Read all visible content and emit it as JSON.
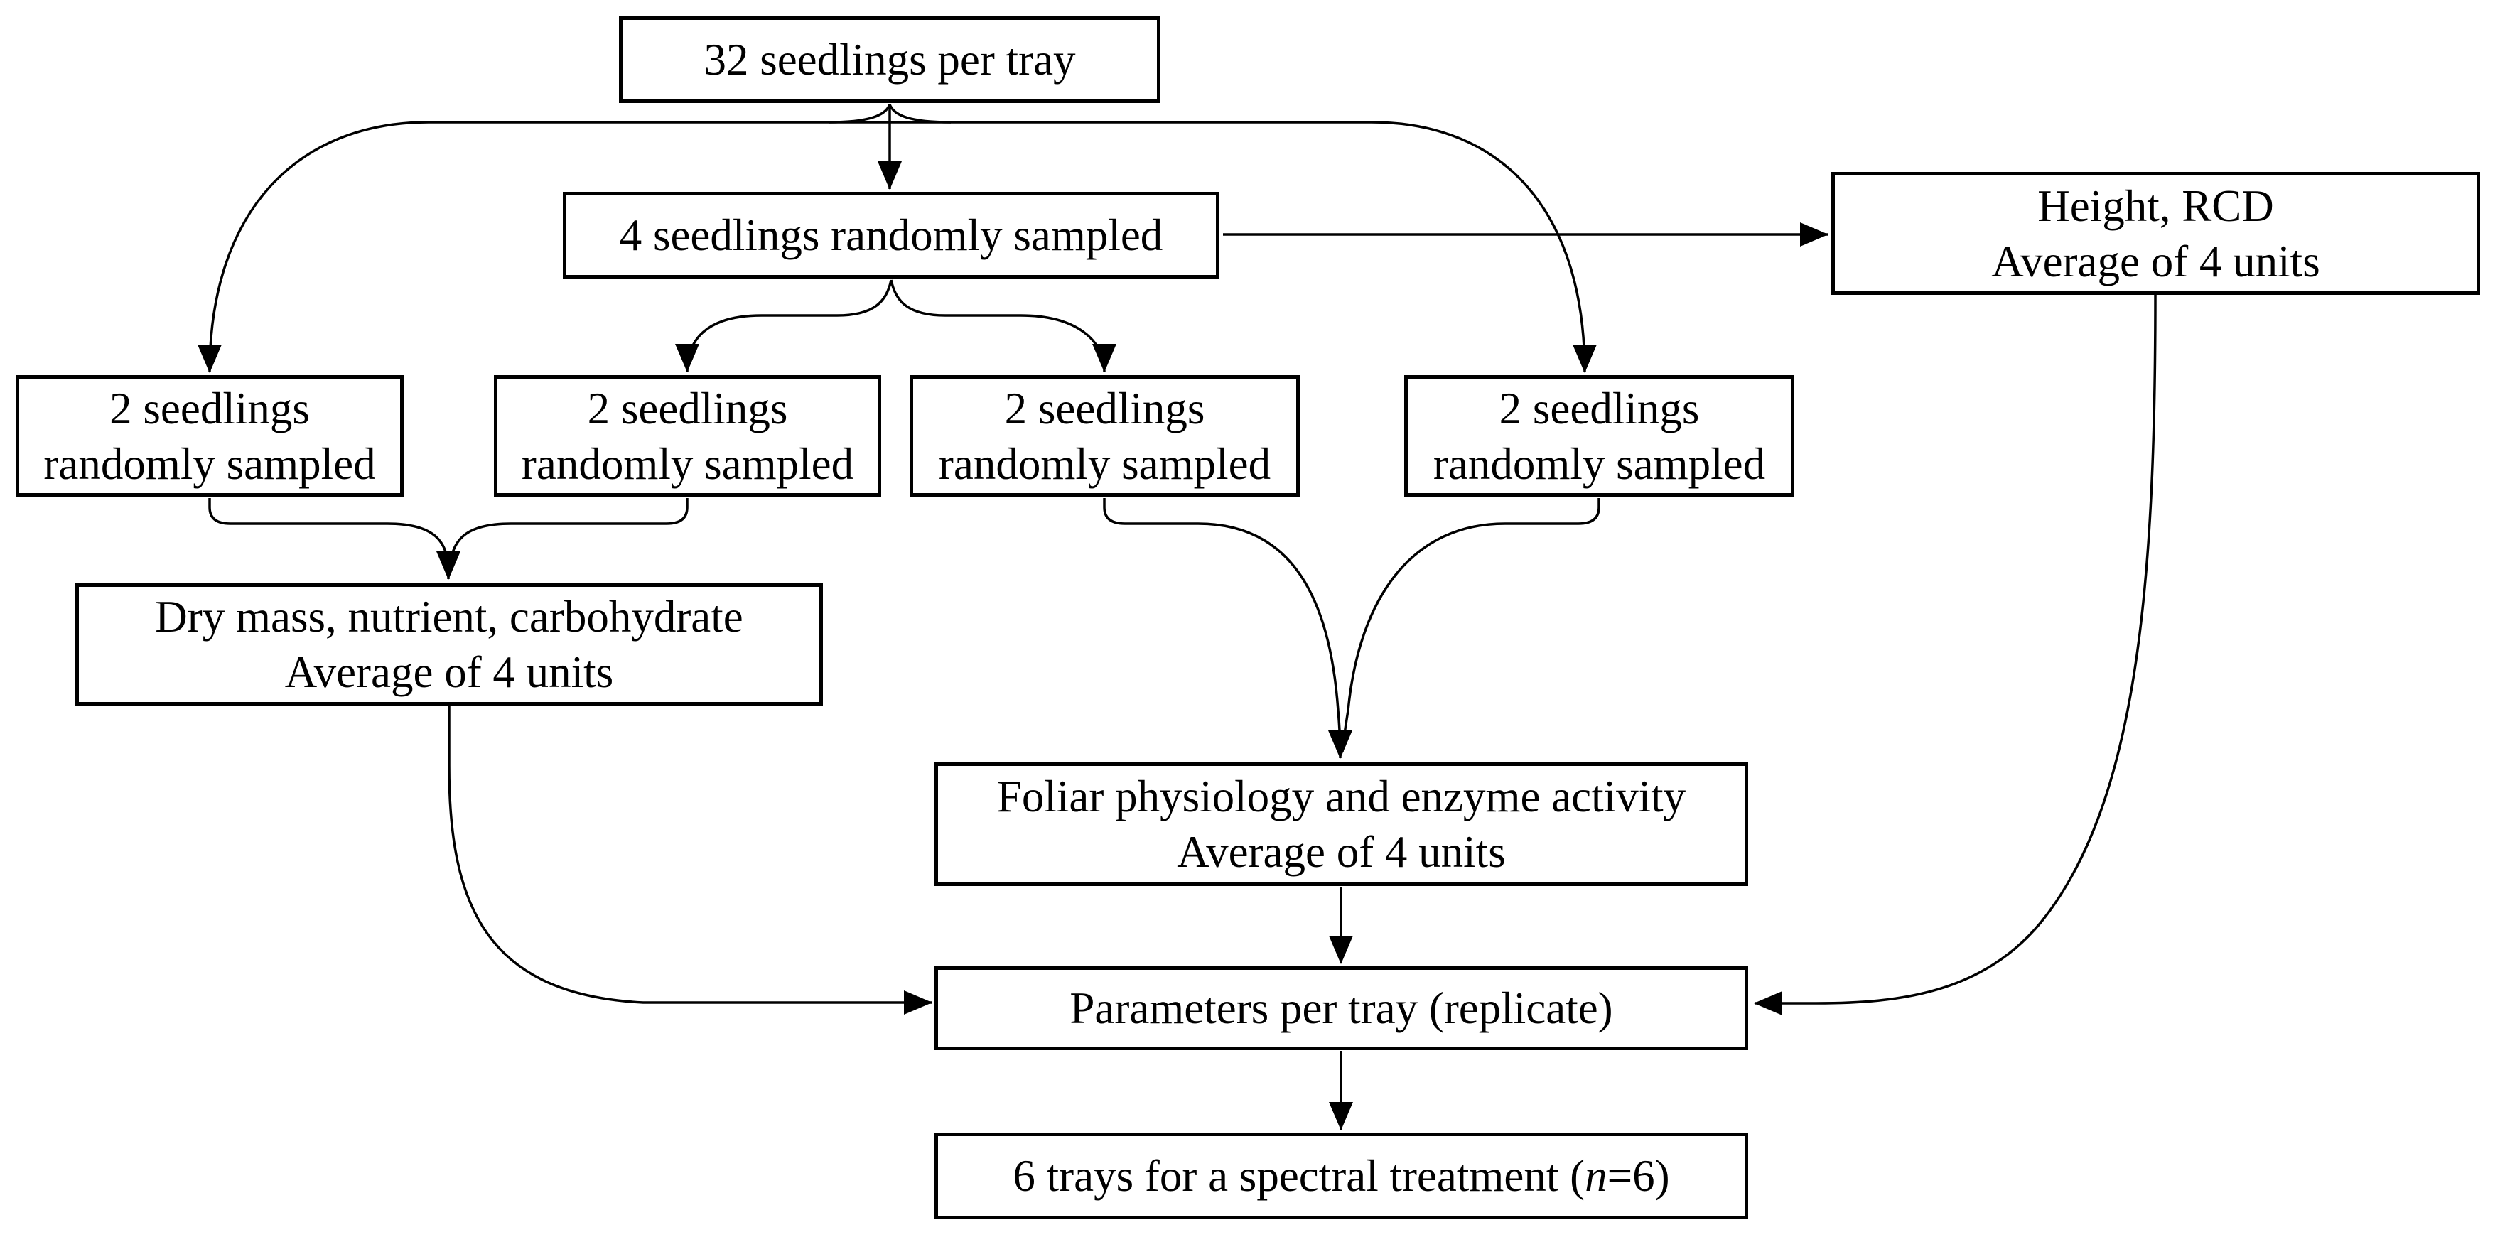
{
  "figure": {
    "background_color": "#ffffff",
    "line_color": "#000000",
    "nodes": {
      "tray": {
        "label": "32 seedlings per tray"
      },
      "sample4": {
        "label": "4 seedlings randomly sampled"
      },
      "height_rcd": {
        "line1": "Height, RCD",
        "line2": "Average of 4 units"
      },
      "sample2_1": {
        "line1": "2 seedlings",
        "line2": "randomly sampled"
      },
      "sample2_2": {
        "line1": "2 seedlings",
        "line2": "randomly sampled"
      },
      "sample2_3": {
        "line1": "2 seedlings",
        "line2": "randomly sampled"
      },
      "sample2_4": {
        "line1": "2 seedlings",
        "line2": "randomly sampled"
      },
      "dry_mass": {
        "line1": "Dry mass, nutrient, carbohydrate",
        "line2": "Average of 4 units"
      },
      "foliar": {
        "line1": "Foliar physiology and enzyme activity",
        "line2": "Average of 4 units"
      },
      "parameters": {
        "label": "Parameters per tray (replicate)"
      },
      "trays6": {
        "prefix": "6 trays for a spectral treatment (",
        "n": "n",
        "suffix": "=6)"
      }
    },
    "edges": [
      {
        "from": "tray",
        "to": "sample4"
      },
      {
        "from": "tray",
        "to": "sample2_1"
      },
      {
        "from": "tray",
        "to": "sample2_4"
      },
      {
        "from": "sample4",
        "to": "height_rcd"
      },
      {
        "from": "sample4",
        "to": "sample2_2"
      },
      {
        "from": "sample4",
        "to": "sample2_3"
      },
      {
        "from": "sample2_1",
        "to": "dry_mass"
      },
      {
        "from": "sample2_2",
        "to": "dry_mass"
      },
      {
        "from": "sample2_3",
        "to": "foliar"
      },
      {
        "from": "sample2_4",
        "to": "foliar"
      },
      {
        "from": "dry_mass",
        "to": "parameters"
      },
      {
        "from": "height_rcd",
        "to": "parameters"
      },
      {
        "from": "foliar",
        "to": "parameters"
      },
      {
        "from": "parameters",
        "to": "trays6"
      }
    ]
  }
}
